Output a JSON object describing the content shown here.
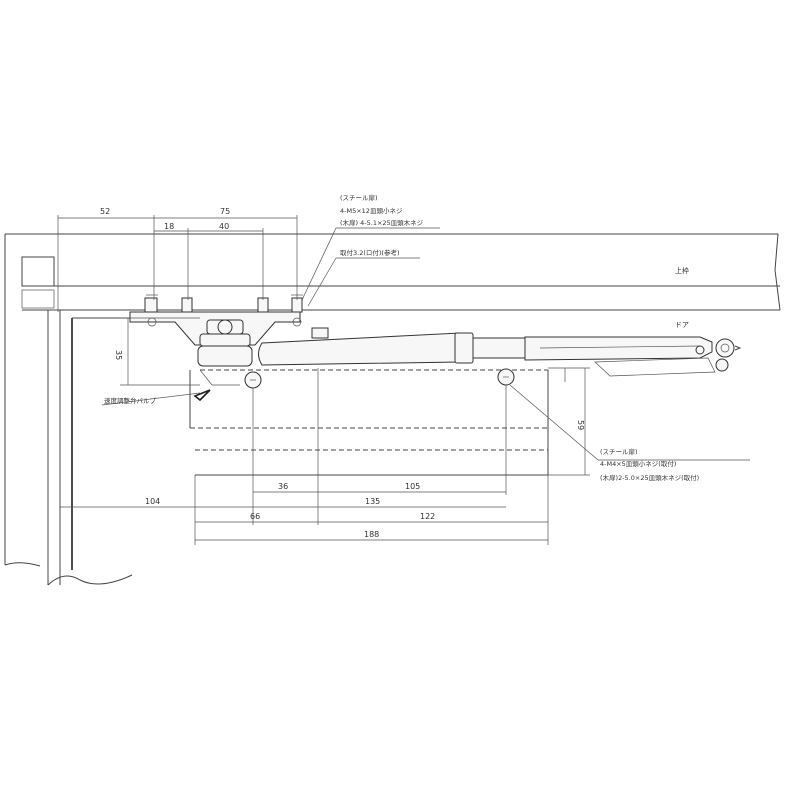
{
  "labels": {
    "frame_top": "上枠",
    "door": "ドア",
    "valve": "速度調整弁バルブ",
    "bracket_steel": "(スチール扉)",
    "bracket_screw_a": "4-M5×12皿頭小ネジ",
    "bracket_screw_b": "(木扉) 4-5.1×25皿頭木ネジ",
    "bracket_clearance": "取付3.2(ロ付)(参考)",
    "body_steel": "(スチール扉)",
    "body_screw_a": "4-M4×5皿頭小ネジ(取付)",
    "body_screw_b": "(木扉)2-5.0×25皿頭木ネジ(取付)"
  },
  "dimensions": {
    "d52": "52",
    "d75": "75",
    "d18": "18",
    "d40": "40",
    "d35": "35",
    "d59": "59",
    "d36": "36",
    "d135": "135",
    "d105": "105",
    "d104": "104",
    "d66": "66",
    "d122": "122",
    "d188": "188"
  }
}
